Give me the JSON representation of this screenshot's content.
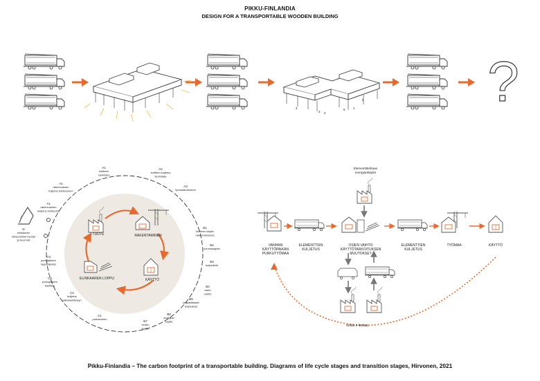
{
  "header": {
    "title": "PIKKU-FINLANDIA",
    "subtitle": "DESIGN FOR A TRANSPORTABLE WOODEN BUILDING"
  },
  "top_sequence": {
    "question_mark": "?"
  },
  "cycle": {
    "inner": {
      "tuote": "TUOTE",
      "rakentaminen": "RAKENTAMINEN",
      "kaytto": "KÄYTTÖ",
      "elinkaaren_loppu": "ELINKAAREN LOPPU"
    },
    "outer_labels": [
      [
        "A1",
        "kuitteen",
        "valmistus"
      ],
      [
        "A2",
        "kuitteen kuljetus",
        "tyomaalle"
      ],
      [
        "A3",
        "tyomaatoiminnot"
      ],
      [
        "B1",
        "kuitteen kaytto",
        "rakennuksessa"
      ],
      [
        "B2",
        "kunnossapito"
      ],
      [
        "B3",
        "korjaukset"
      ],
      [
        "B4",
        "osien",
        "vaihto"
      ],
      [
        "B5",
        "laajamittaiset",
        "korjaukset"
      ],
      [
        "B6",
        "energian",
        "kaytto"
      ],
      [
        "B7",
        "veden",
        "kaytto"
      ],
      [
        "C1",
        "purkaminen"
      ],
      [
        "C2",
        "kuljetus",
        "jatkokasittelyyn"
      ],
      [
        "C3",
        "purkujatteen",
        "kasittely"
      ],
      [
        "C4",
        "purkujatteen",
        "loppusijoitus"
      ],
      [
        "D",
        "elinkaaren",
        "ulkopuoliset hyodyt",
        "ja kuormat"
      ],
      [
        "A1",
        "rakennuksen",
        "kuljetus kohteeseen"
      ],
      [
        "A1",
        "rakennuksen",
        "kuljetus kohteesta"
      ]
    ]
  },
  "flow": {
    "top_label": [
      "Elementtitehtaan",
      "energiankäyttö"
    ],
    "steps": [
      [
        "VANHAN",
        "KÄYTTÖPAIKAN",
        "PURKUTYÖMAA"
      ],
      [
        "ELEMENTTIEN",
        "KULJETUS"
      ],
      [
        "OSIEN VAIHTO",
        "KÄYTTÖTARKOITUKSEN",
        "MUUTOKSET"
      ],
      [
        "ELEMENTTIEN",
        "KULJETUS"
      ],
      [
        "TYÖMAA"
      ],
      [
        "KÄYTTÖ"
      ]
    ],
    "loop_label": "toista n kertaa"
  },
  "caption": "Pikku-Finlandia – The carbon footprint of a transportable building. Diagrams of life cycle stages and transition stages, Hirvonen, 2021",
  "colors": {
    "accent": "#e8692e",
    "line": "#333333",
    "circle_fill": "#eeeae3",
    "arrow_gray": "#777777"
  }
}
